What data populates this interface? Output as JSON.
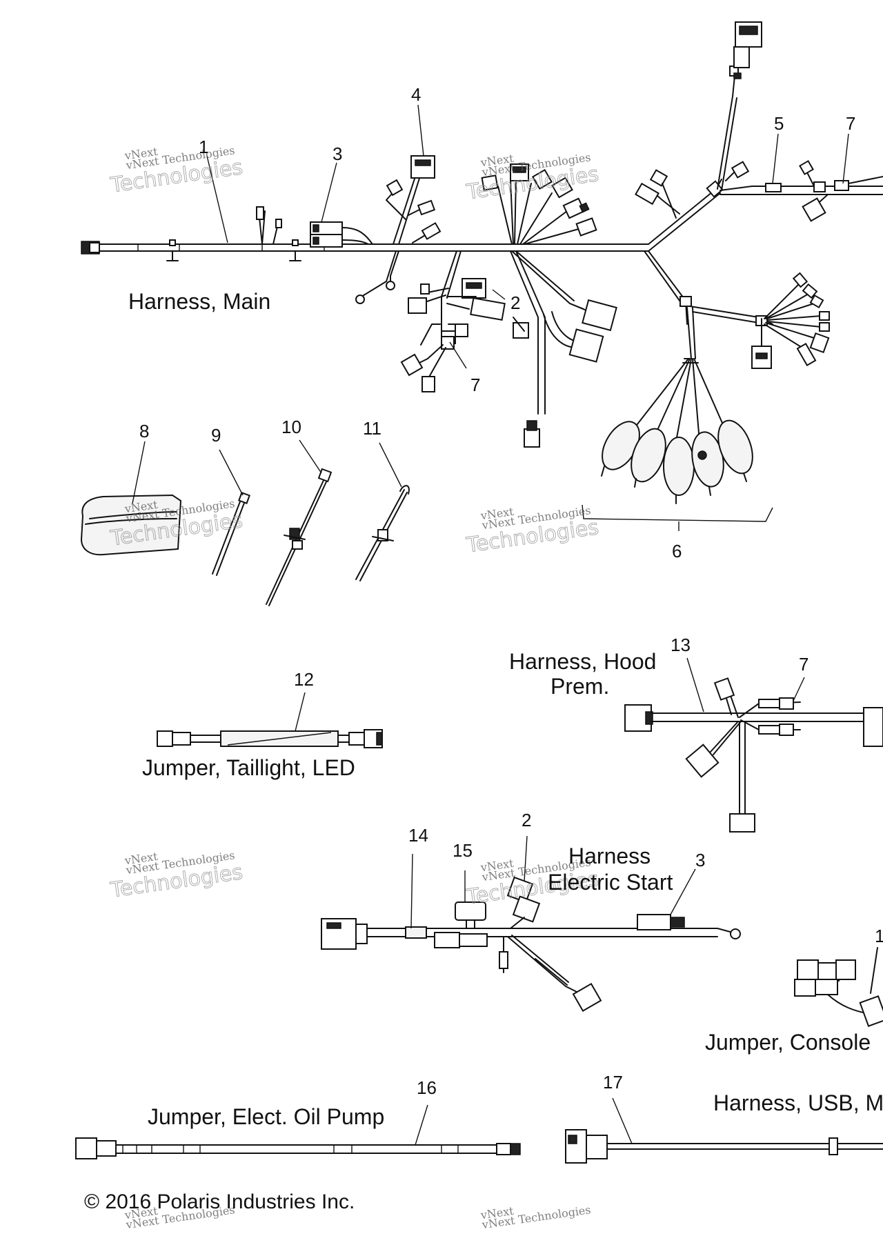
{
  "diagram": {
    "part_numbers": [
      {
        "id": "n1",
        "text": "1"
      },
      {
        "id": "n3a",
        "text": "3"
      },
      {
        "id": "n4",
        "text": "4"
      },
      {
        "id": "n5",
        "text": "5"
      },
      {
        "id": "n7a",
        "text": "7"
      },
      {
        "id": "n2a",
        "text": "2"
      },
      {
        "id": "n7b",
        "text": "7"
      },
      {
        "id": "n8",
        "text": "8"
      },
      {
        "id": "n9",
        "text": "9"
      },
      {
        "id": "n10",
        "text": "10"
      },
      {
        "id": "n11",
        "text": "11"
      },
      {
        "id": "n6",
        "text": "6"
      },
      {
        "id": "n12",
        "text": "12"
      },
      {
        "id": "n13",
        "text": "13"
      },
      {
        "id": "n7c",
        "text": "7"
      },
      {
        "id": "n14",
        "text": "14"
      },
      {
        "id": "n15",
        "text": "15"
      },
      {
        "id": "n2b",
        "text": "2"
      },
      {
        "id": "n3b",
        "text": "3"
      },
      {
        "id": "n1b",
        "text": "1"
      },
      {
        "id": "n16",
        "text": "16"
      },
      {
        "id": "n17",
        "text": "17"
      }
    ],
    "captions": [
      {
        "id": "harness-main",
        "lines": [
          "Harness, Main"
        ]
      },
      {
        "id": "harness-hood",
        "lines": [
          "Harness, Hood",
          "Prem."
        ]
      },
      {
        "id": "jumper-taillight",
        "lines": [
          "Jumper, Taillight, LED"
        ]
      },
      {
        "id": "harness-electric-start",
        "lines": [
          "Harness",
          "Electric Start"
        ]
      },
      {
        "id": "jumper-console",
        "lines": [
          "Jumper, Console"
        ]
      },
      {
        "id": "jumper-oil-pump",
        "lines": [
          "Jumper, Elect. Oil Pump"
        ]
      },
      {
        "id": "harness-usb",
        "lines": [
          "Harness, USB, M"
        ]
      }
    ],
    "copyright": "© 2016 Polaris Industries Inc.",
    "watermark": {
      "line1": "vNext Technologies",
      "line2": "vNext",
      "line3": "Technologies"
    }
  }
}
